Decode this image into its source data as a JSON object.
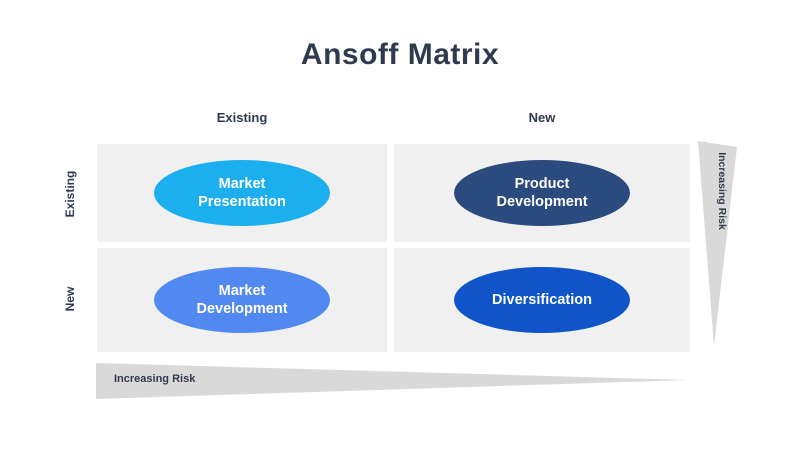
{
  "title": "Ansoff Matrix",
  "colors": {
    "heading_text": "#2F3A4F",
    "cell_background": "#F0F0F0",
    "wedge_gray": "#D9D9D9",
    "market_presentation": "#1CAFEF",
    "product_development": "#2B4A7D",
    "market_development": "#5289F0",
    "diversification": "#0F55C9"
  },
  "matrix": {
    "column_headers": [
      "Existing",
      "New"
    ],
    "row_headers": [
      "Existing",
      "New"
    ],
    "cells": [
      {
        "label": "Market Presentation",
        "color": "#1CAFEF",
        "row": "Existing",
        "column": "Existing"
      },
      {
        "label": "Product Development",
        "color": "#2B4A7D",
        "row": "Existing",
        "column": "New"
      },
      {
        "label": "Market Development",
        "color": "#5289F0",
        "row": "New",
        "column": "Existing"
      },
      {
        "label": "Diversification",
        "color": "#0F55C9",
        "row": "New",
        "column": "New"
      }
    ]
  },
  "risk_arrows": {
    "horizontal_label": "Increasing Risk",
    "vertical_label": "Increasing Risk"
  }
}
